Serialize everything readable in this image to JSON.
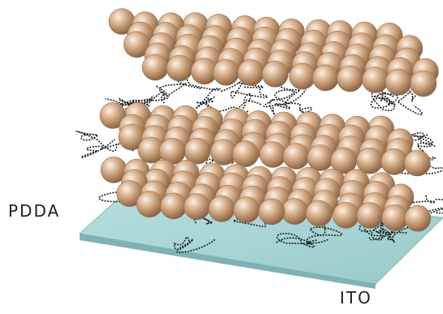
{
  "labels": {
    "pdda": "PDDA",
    "ito": "ITO"
  },
  "colors": {
    "background": "#ffffff",
    "substrate_top": "#a9d6d6",
    "substrate_edge": "#7fb3b3",
    "particle_light": "#fbf1e6",
    "particle_mid": "#d4ab86",
    "particle_dark": "#8a6242",
    "polymer": "#1e1e1e",
    "text": "#222222"
  },
  "structure": {
    "particle_layers": 3,
    "polymer_layers": 3,
    "substrate": "ITO",
    "polymer": "PDDA"
  }
}
